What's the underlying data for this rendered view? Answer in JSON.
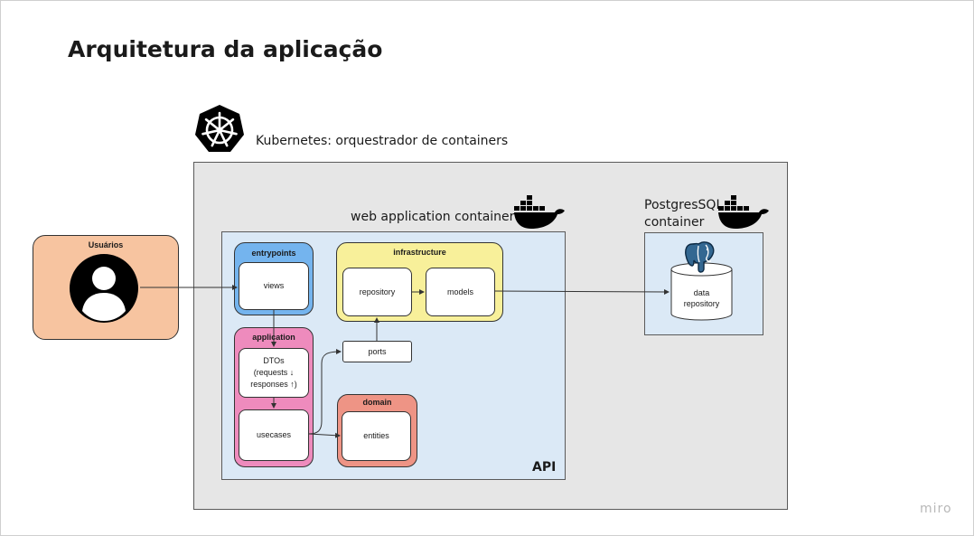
{
  "title": "Arquitetura da aplicação",
  "kubernetes": {
    "label": "Kubernetes: orquestrador de containers"
  },
  "web_container": {
    "label": "web application container"
  },
  "api": {
    "label": "API"
  },
  "postgres": {
    "label_line1": "PostgresSQL",
    "label_line2": "container"
  },
  "users": {
    "label": "Usuários"
  },
  "entrypoints": {
    "title": "entrypoints",
    "views": "views"
  },
  "application": {
    "title": "application",
    "dtos_line1": "DTOs",
    "dtos_line2": "(requests ↓",
    "dtos_line3": "responses ↑)",
    "usecases": "usecases"
  },
  "infrastructure": {
    "title": "infrastructure",
    "repository": "repository",
    "models": "models"
  },
  "ports": "ports",
  "domain": {
    "title": "domain",
    "entities": "entities"
  },
  "database": {
    "line1": "data",
    "line2": "repository"
  },
  "watermark": "miro",
  "colors": {
    "users": "#f7c4a0",
    "entrypoints": "#74b4ee",
    "application": "#ee8bbd",
    "infrastructure": "#f8f09a",
    "domain": "#ee9485",
    "container_bg": "#dbe9f6",
    "cluster_bg": "#e6e6e6"
  },
  "icons": [
    "kubernetes-logo-icon",
    "docker-whale-icon",
    "user-avatar-icon",
    "postgresql-elephant-icon",
    "database-cylinder-icon"
  ]
}
